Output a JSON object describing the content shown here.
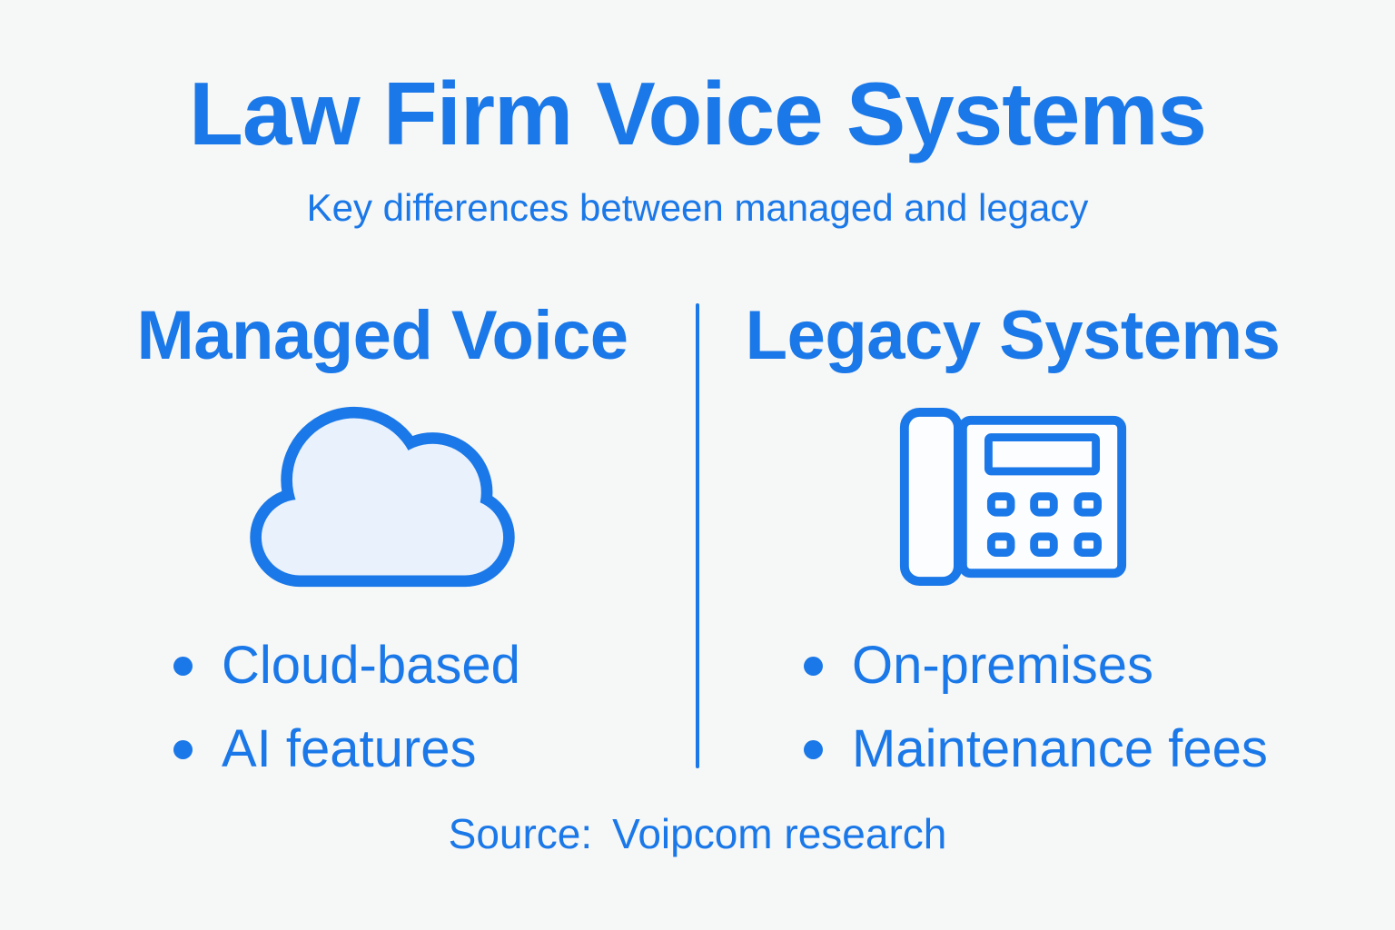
{
  "page": {
    "title": "Law Firm Voice Systems",
    "subtitle": "Key differences between managed and legacy",
    "source_label": "Source:",
    "source_value": "Voipcom research"
  },
  "colors": {
    "accent": "#1a78e8",
    "icon_fill": "#e9f1fc",
    "icon_face": "#fcfdfe",
    "background": "#f6f7f7"
  },
  "columns": [
    {
      "heading": "Managed Voice",
      "icon": "cloud-icon",
      "bullets": [
        "Cloud-based",
        "AI features"
      ]
    },
    {
      "heading": "Legacy Systems",
      "icon": "desk-phone-icon",
      "bullets": [
        "On-premises",
        "Maintenance fees"
      ]
    }
  ]
}
